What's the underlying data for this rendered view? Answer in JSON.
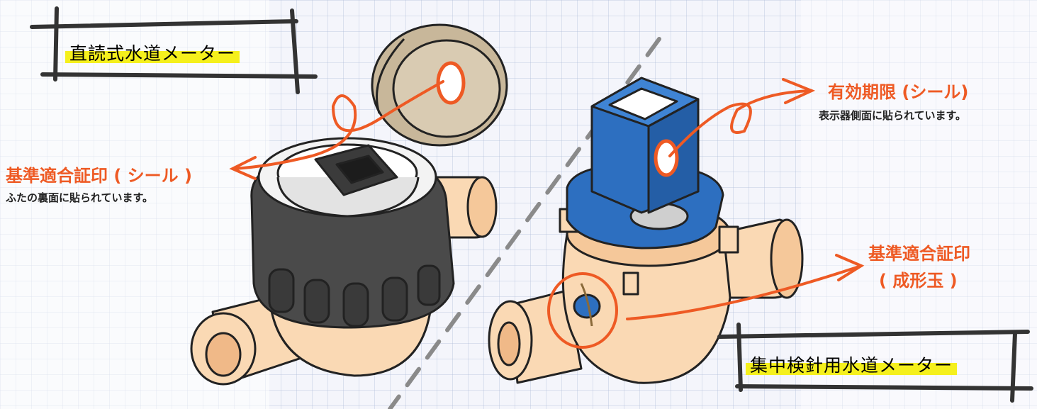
{
  "left_meter": {
    "title": "直読式水道メーター",
    "seal_label": "基準適合証印 ( シール )",
    "seal_note": "ふたの裏面に貼られています。"
  },
  "right_meter": {
    "title": "集中検針用水道メーター",
    "expiry_label": "有効期限 (シール)",
    "expiry_note": "表示器側面に貼られています。",
    "seal_label_line1": "基準適合証印",
    "seal_label_line2": "( 成形玉 )"
  },
  "colors": {
    "accent_orange": "#ee5a24",
    "highlight_yellow": "#f5f01d",
    "meter_blue": "#2d6fc0",
    "brass": "#fad9b4",
    "dark_cap": "#4a4a4a",
    "lid_tan": "#c8b79a"
  }
}
